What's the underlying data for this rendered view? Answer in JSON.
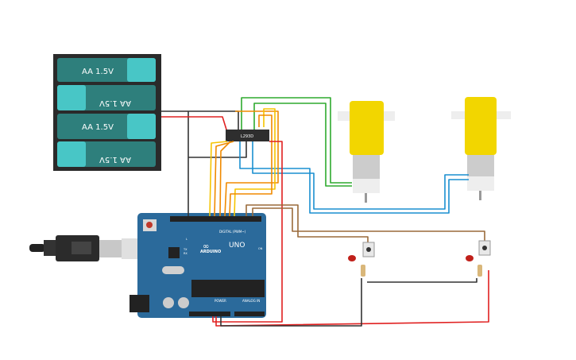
{
  "battery": {
    "cell_label": "AA 1.5V",
    "cells": 4
  },
  "driver": {
    "label": "L293D"
  },
  "arduino": {
    "brand": "ARDUINO",
    "model": "UNO",
    "digital_label": "DIGITAL (PWM~)",
    "power_label": "POWER",
    "analog_label": "ANALOG IN",
    "led_l": "L",
    "led_tx": "TX",
    "led_rx": "RX",
    "led_on": "ON"
  },
  "colors": {
    "board": "#2b6a9b",
    "battery_cell": "#2e7f7c",
    "battery_cap": "#48c6c6",
    "motor": "#f2d600",
    "wire_red": "#e02020",
    "wire_black": "#333333",
    "wire_green": "#2eaa2e",
    "wire_blue": "#1a8fd0",
    "wire_orange": "#f08a00",
    "wire_yellow": "#f5c400",
    "wire_brown": "#9a6a3a"
  }
}
